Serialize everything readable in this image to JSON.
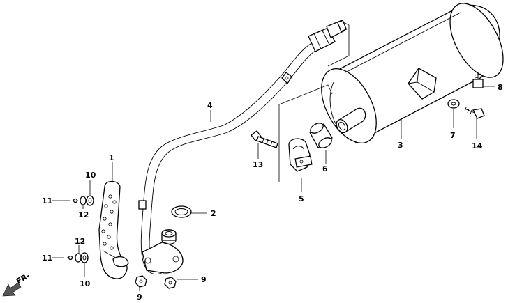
{
  "diagram": {
    "callouts": {
      "p1": "1",
      "p2": "2",
      "p3": "3",
      "p4": "4",
      "p5": "5",
      "p6": "6",
      "p7": "7",
      "p8": "8",
      "p9a": "9",
      "p9b": "9",
      "p10a": "10",
      "p10b": "10",
      "p11a": "11",
      "p11b": "11",
      "p12a": "12",
      "p12b": "12",
      "p13": "13",
      "p14": "14"
    },
    "direction_label": "FR-",
    "icons": {
      "direction": "arrow-down-left-icon"
    }
  }
}
